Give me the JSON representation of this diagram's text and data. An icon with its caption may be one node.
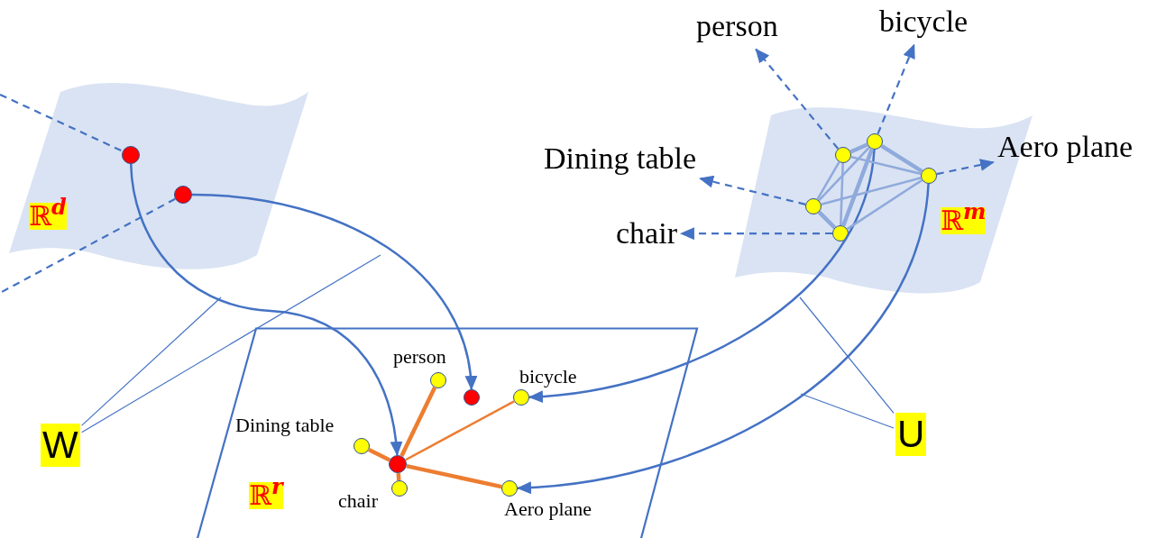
{
  "diagram": {
    "nodes": [
      {
        "text": [
          "ℝ$^{d}$"
        ]
      },
      {
        "text": [],
        "shape": "circle",
        "in": 0
      },
      {
        "text": [],
        "shape": "circle",
        "in": 0
      },
      {
        "text": [
          "ℝ$^{m}$"
        ]
      },
      {
        "text": [],
        "shape": "circle",
        "in": 3
      },
      {
        "text": [],
        "shape": "circle",
        "in": 3
      },
      {
        "text": [],
        "shape": "circle",
        "in": 3
      },
      {
        "text": [],
        "shape": "circle",
        "in": 3
      },
      {
        "text": [],
        "shape": "circle",
        "in": 3
      },
      {
        "text": [
          "person"
        ]
      },
      {
        "text": [
          "bicycle"
        ]
      },
      {
        "text": [
          "Dining table"
        ]
      },
      {
        "text": [
          "chair"
        ]
      },
      {
        "text": [
          "Aero plane"
        ]
      },
      {
        "text": [
          "ℝ$^{r}$"
        ]
      },
      {
        "text": [],
        "shape": "circle",
        "in": 14,
        "beside": [
          "person"
        ]
      },
      {
        "text": [],
        "shape": "circle",
        "in": 14
      },
      {
        "text": [],
        "shape": "circle",
        "in": 14,
        "beside": [
          "bicycle"
        ]
      },
      {
        "text": [],
        "shape": "circle",
        "in": 14,
        "beside": [
          "Dining table"
        ]
      },
      {
        "text": [],
        "shape": "circle",
        "in": 14
      },
      {
        "text": [],
        "shape": "circle",
        "in": 14,
        "beside": [
          "chair"
        ]
      },
      {
        "text": [],
        "shape": "circle",
        "in": 14,
        "beside": [
          "Aero plane"
        ]
      },
      {
        "text": [
          "W"
        ]
      },
      {
        "text": [
          "U"
        ]
      }
    ],
    "edges": [
      {
        "from": null,
        "to": 1,
        "arrow": "none",
        "style": "dashed"
      },
      {
        "from": 2,
        "to": null,
        "arrow": "none",
        "style": "dashed"
      },
      {
        "from": 1,
        "to": 19,
        "arrow": "to"
      },
      {
        "from": 2,
        "to": 16,
        "arrow": "to"
      },
      {
        "from": 5,
        "to": 17,
        "arrow": "to"
      },
      {
        "from": 8,
        "to": 21,
        "arrow": "to"
      },
      {
        "from": 4,
        "to": 9,
        "arrow": "to",
        "style": "dashed"
      },
      {
        "from": 5,
        "to": 10,
        "arrow": "to",
        "style": "dashed"
      },
      {
        "from": 6,
        "to": 11,
        "arrow": "to",
        "style": "dashed"
      },
      {
        "from": 7,
        "to": 12,
        "arrow": "to",
        "style": "dashed"
      },
      {
        "from": 8,
        "to": 13,
        "arrow": "to",
        "style": "dashed"
      },
      {
        "from": 4,
        "to": 5,
        "arrow": "none",
        "style": "thick",
        "color": "#8faadc"
      },
      {
        "from": 4,
        "to": 6,
        "arrow": "none",
        "color": "#8faadc"
      },
      {
        "from": 4,
        "to": 7,
        "arrow": "none",
        "color": "#8faadc"
      },
      {
        "from": 4,
        "to": 8,
        "arrow": "none",
        "color": "#8faadc"
      },
      {
        "from": 5,
        "to": 6,
        "arrow": "none",
        "color": "#8faadc"
      },
      {
        "from": 5,
        "to": 7,
        "arrow": "none",
        "style": "thick",
        "color": "#8faadc"
      },
      {
        "from": 5,
        "to": 8,
        "arrow": "none",
        "style": "thick",
        "color": "#8faadc"
      },
      {
        "from": 6,
        "to": 7,
        "arrow": "none",
        "style": "thick",
        "color": "#8faadc"
      },
      {
        "from": 6,
        "to": 8,
        "arrow": "none",
        "color": "#8faadc"
      },
      {
        "from": 7,
        "to": 8,
        "arrow": "none",
        "color": "#8faadc"
      },
      {
        "from": 19,
        "to": 15,
        "arrow": "none",
        "style": "thick",
        "color": "#ed7d31"
      },
      {
        "from": 19,
        "to": 17,
        "arrow": "none",
        "color": "#ed7d31"
      },
      {
        "from": 19,
        "to": 18,
        "arrow": "none",
        "style": "thick",
        "color": "#ed7d31"
      },
      {
        "from": 19,
        "to": 20,
        "arrow": "none",
        "style": "thick",
        "color": "#ed7d31"
      },
      {
        "from": 19,
        "to": 21,
        "arrow": "none",
        "style": "thick",
        "color": "#ed7d31"
      },
      {
        "from": 22,
        "to": null,
        "arrow": "none"
      },
      {
        "from": 22,
        "to": null,
        "arrow": "none"
      },
      {
        "from": 23,
        "to": null,
        "arrow": "none"
      },
      {
        "from": 23,
        "to": null,
        "arrow": "none"
      }
    ]
  }
}
